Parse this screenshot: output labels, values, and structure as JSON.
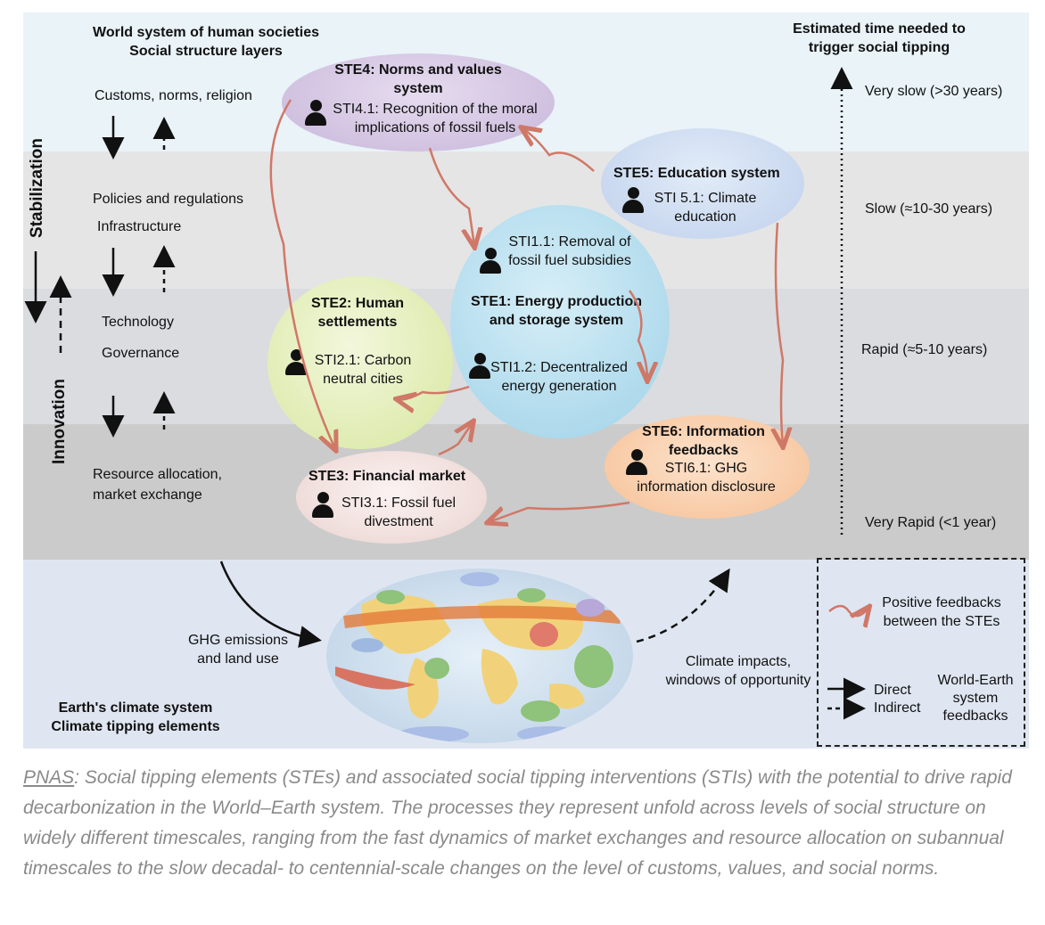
{
  "header_left": {
    "line1": "World system of human societies",
    "line2": "Social structure layers"
  },
  "header_right": {
    "line1": "Estimated time needed to",
    "line2": "trigger social tipping"
  },
  "side": {
    "stabilization": "Stabilization",
    "innovation": "Innovation"
  },
  "layers": {
    "l1": "Customs, norms, religion",
    "l2a": "Policies and regulations",
    "l2b": "Infrastructure",
    "l3a": "Technology",
    "l3b": "Governance",
    "l4a": "Resource allocation,",
    "l4b": "market exchange"
  },
  "timescales": {
    "t1": "Very slow (>30 years)",
    "t2": "Slow (≈10-30 years)",
    "t3": "Rapid (≈5-10 years)",
    "t4": "Very Rapid (<1 year)"
  },
  "ste4": {
    "title1": "STE4: Norms and values",
    "title2": "system",
    "sti1": "STI4.1: Recognition of the moral",
    "sti2": "implications of fossil fuels"
  },
  "ste5": {
    "title": "STE5: Education system",
    "sti1": "STI 5.1: Climate",
    "sti2": "education"
  },
  "ste1": {
    "sti_a1": "STI1.1: Removal of",
    "sti_a2": "fossil fuel subsidies",
    "title1": "STE1: Energy production",
    "title2": "and storage system",
    "sti_b1": "STI1.2: Decentralized",
    "sti_b2": "energy generation"
  },
  "ste2": {
    "title1": "STE2: Human",
    "title2": "settlements",
    "sti1": "STI2.1: Carbon",
    "sti2": "neutral cities"
  },
  "ste3": {
    "title": "STE3: Financial market",
    "sti1": "STI3.1: Fossil fuel",
    "sti2": "divestment"
  },
  "ste6": {
    "title1": "STE6: Information",
    "title2": "feedbacks",
    "sti1": "STI6.1: GHG",
    "sti2": "information disclosure"
  },
  "earth": {
    "ghg1": "GHG emissions",
    "ghg2": "and land use",
    "impacts1": "Climate impacts,",
    "impacts2": "windows of opportunity",
    "title1": "Earth's climate system",
    "title2": "Climate tipping elements"
  },
  "legend": {
    "pos1": "Positive feedbacks",
    "pos2": "between the STEs",
    "direct": "Direct",
    "indirect": "Indirect",
    "wes1": "World-Earth",
    "wes2": "system",
    "wes3": "feedbacks"
  },
  "caption": {
    "link": "PNAS",
    "text": ": Social tipping elements (STEs) and associated social tipping interventions (STIs) with the potential to drive rapid decarbonization in the World–Earth system. The processes they represent unfold across levels of social structure on widely different timescales, ranging from the fast dynamics of market exchanges and resource allocation on subannual timescales to the slow decadal- to centennial-scale changes on the level of customs, values, and social norms."
  },
  "colors": {
    "feedback": "#d07868",
    "band1": "#e9f3f8",
    "band2": "#e4e4e4",
    "band3": "#d8dadf",
    "band4": "#cfcfcf",
    "earth": "#dfe6f1"
  }
}
